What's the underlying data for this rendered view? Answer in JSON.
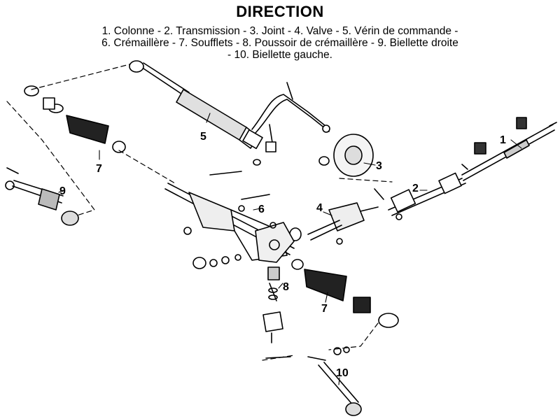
{
  "title": "DIRECTION",
  "legend": {
    "line1": "1. Colonne - 2. Transmission - 3. Joint - 4. Valve - 5. Vérin de commande -",
    "line2": "6. Crémaillère - 7. Soufflets - 8. Poussoir de crémaillère - 9. Biellette droite",
    "line3": "- 10. Biellette gauche."
  },
  "callouts": {
    "c1": "1",
    "c2": "2",
    "c3": "3",
    "c4": "4",
    "c5": "5",
    "c6": "6",
    "c7a": "7",
    "c7b": "7",
    "c8": "8",
    "c9": "9",
    "c10": "10"
  }
}
